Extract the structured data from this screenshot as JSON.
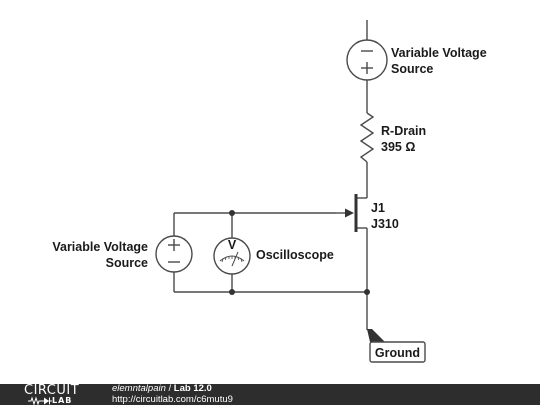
{
  "components": {
    "source_top": {
      "name": "Variable Voltage",
      "name2": "Source"
    },
    "resistor": {
      "name": "R-Drain",
      "value": "395 Ω"
    },
    "jfet": {
      "name": "J1",
      "part": "J310"
    },
    "source_left": {
      "name": "Variable Voltage",
      "name2": "Source"
    },
    "voltmeter": {
      "symbol": "V",
      "name": "Oscilloscope"
    },
    "ground": {
      "label": "Ground"
    }
  },
  "footer": {
    "logo_top": "CIRCUIT",
    "logo_bottom": "LAB",
    "user": "elemntalpain",
    "separator": " / ",
    "title": "Lab 12.0",
    "url": "http://circuitlab.com/c6mutu9"
  },
  "colors": {
    "wire": "#4a4a4a",
    "footer_bg": "#2d2d2d",
    "text": "#1a1a1a"
  }
}
